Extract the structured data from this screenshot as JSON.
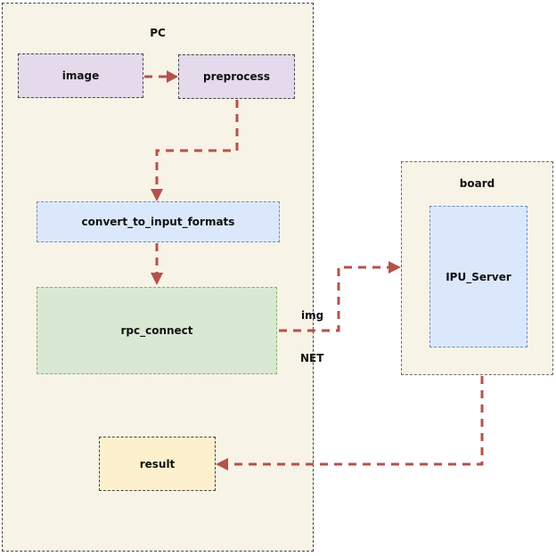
{
  "diagram": {
    "pc_container": {
      "title": "PC"
    },
    "board_container": {
      "title": "board"
    },
    "nodes": {
      "image": {
        "label": "image"
      },
      "preprocess": {
        "label": "preprocess"
      },
      "convert": {
        "label": "convert_to_input_formats"
      },
      "rpc": {
        "label": "rpc_connect"
      },
      "result": {
        "label": "result"
      },
      "ipu_server": {
        "label": "IPU_Server"
      }
    },
    "edge_labels": {
      "img": "img",
      "net": "NET"
    },
    "colors": {
      "container_fill": "#f7f3e6",
      "purple_node_fill": "#e4daeb",
      "blue_node_fill": "#dbe8fb",
      "green_node_fill": "#d9e8d3",
      "yellow_node_fill": "#fdf1cd",
      "blue_node_border": "#6c8ebf",
      "green_node_border": "#82b366",
      "arrow_color": "#b5524b"
    }
  }
}
